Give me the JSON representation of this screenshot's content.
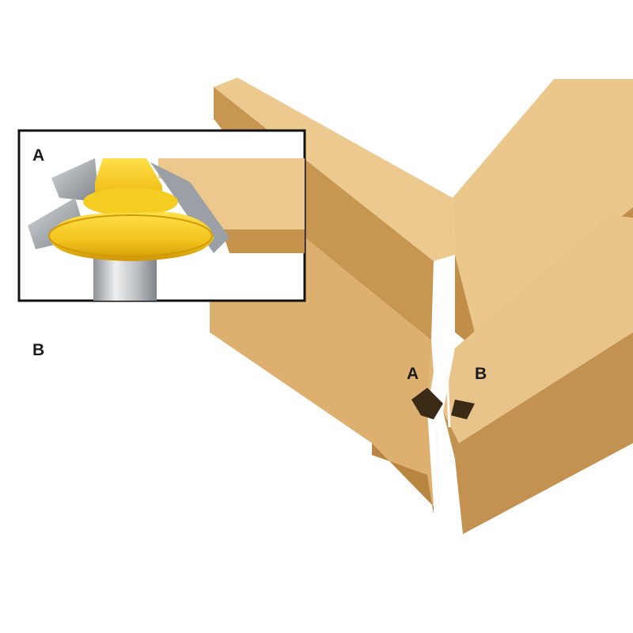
{
  "labels": {
    "inset_a": "A",
    "inset_b": "B",
    "joint_a": "A",
    "joint_b": "B"
  },
  "colors": {
    "wood_face": "#e9c88d",
    "wood_side": "#c4944f",
    "wood_end": "#d8aa69",
    "bit_yellow": "#f2c21b",
    "bit_shadow": "#d29b07",
    "cutter_steel": "#a7adb3",
    "shank": "#c9ccce",
    "frame": "#111111"
  }
}
